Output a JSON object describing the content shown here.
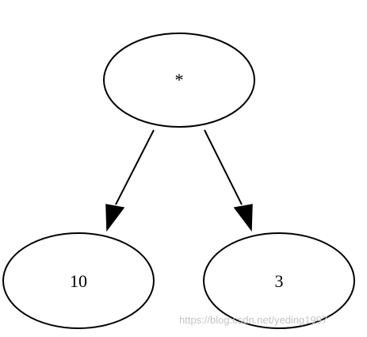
{
  "nodes": {
    "root": {
      "label": "*"
    },
    "left": {
      "label": "10"
    },
    "right": {
      "label": "3"
    }
  },
  "edges": [
    {
      "from": "*",
      "to": "10"
    },
    {
      "from": "*",
      "to": "3"
    }
  ],
  "watermark": "https://blog.csdn.net/yeding1997"
}
